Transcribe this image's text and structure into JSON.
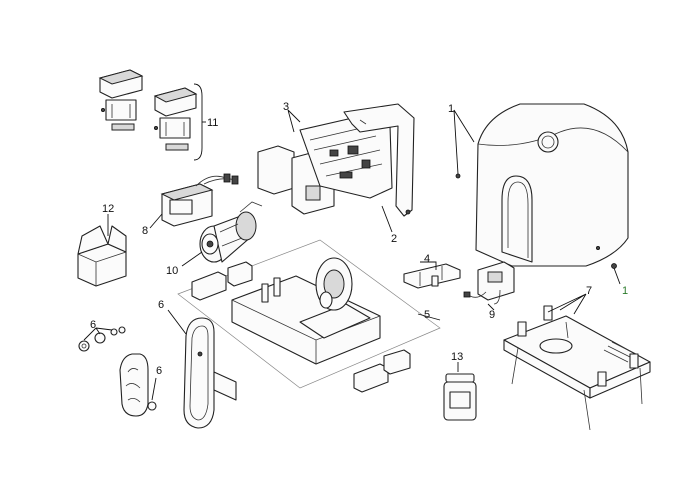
{
  "callouts": {
    "c1a": "1",
    "c1b": "1",
    "c2": "2",
    "c3": "3",
    "c4": "4",
    "c5": "5",
    "c6a": "6",
    "c6b": "6",
    "c6c": "6",
    "c7": "7",
    "c8": "8",
    "c9": "9",
    "c10": "10",
    "c11": "11",
    "c12": "12",
    "c13": "13"
  },
  "colors": {
    "line": "#222222",
    "green_label": "#2a7a2a"
  }
}
